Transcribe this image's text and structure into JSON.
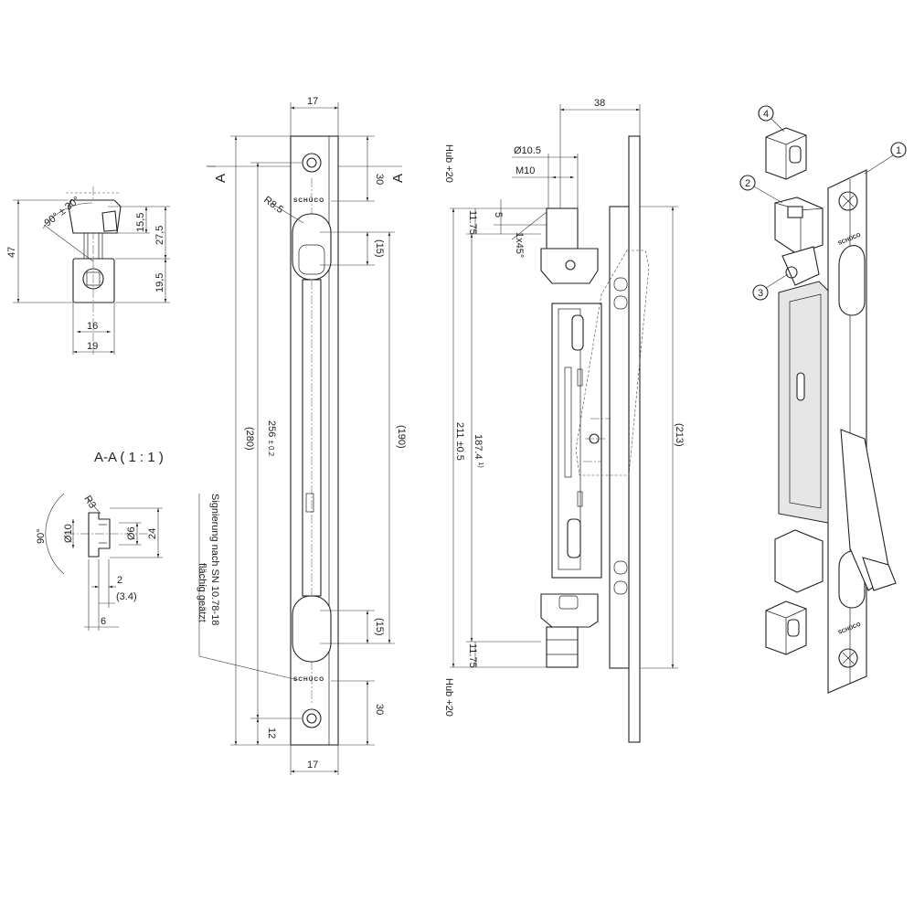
{
  "section_title": "A-A ( 1 : 1 )",
  "section_marks": {
    "top_left": "A",
    "top_right": "A"
  },
  "marking_note": [
    "Signierung nach SN 10.78-18",
    "flächig geätzt"
  ],
  "brand_text": "SCHÜCO",
  "dims_top_view": {
    "height_total": "47",
    "d_15_5": "15,5",
    "d_27_5": "27,5",
    "d_19_5": "19,5",
    "width_16": "16",
    "width_19": "19",
    "angle": "90° ± 30°"
  },
  "dims_section": {
    "radius": "R3",
    "diameter_10": "Ø10",
    "diameter_6": "Ø6",
    "height_24": "24",
    "angle": "90°",
    "d_2": "2",
    "d_3_4": "(3.4)",
    "d_6": "6"
  },
  "dims_front": {
    "width_top": "17",
    "width_bottom": "17",
    "radius": "R8.5",
    "d_30_top": "30",
    "d_15_top": "(15)",
    "d_190": "(190)",
    "d_15_bottom": "(15)",
    "d_30_bottom": "30",
    "d_280": "(280)",
    "d_256": "256",
    "tol_256": "± 0.2",
    "d_12": "12"
  },
  "dims_side": {
    "width_38": "38",
    "dia_10_5": "Ø10.5",
    "thread": "M10",
    "d_5": "5",
    "chamfer": "1x45°",
    "d_11_75_top": "11.75",
    "d_11_75_bottom": "11.75",
    "hub_top": "Hub +20",
    "hub_bottom": "Hub +20",
    "d_211": "211 ±0.5",
    "d_187_4": "187.4",
    "footnote": "1)",
    "d_213": "(213)"
  },
  "callouts": [
    "1",
    "2",
    "3",
    "4"
  ]
}
